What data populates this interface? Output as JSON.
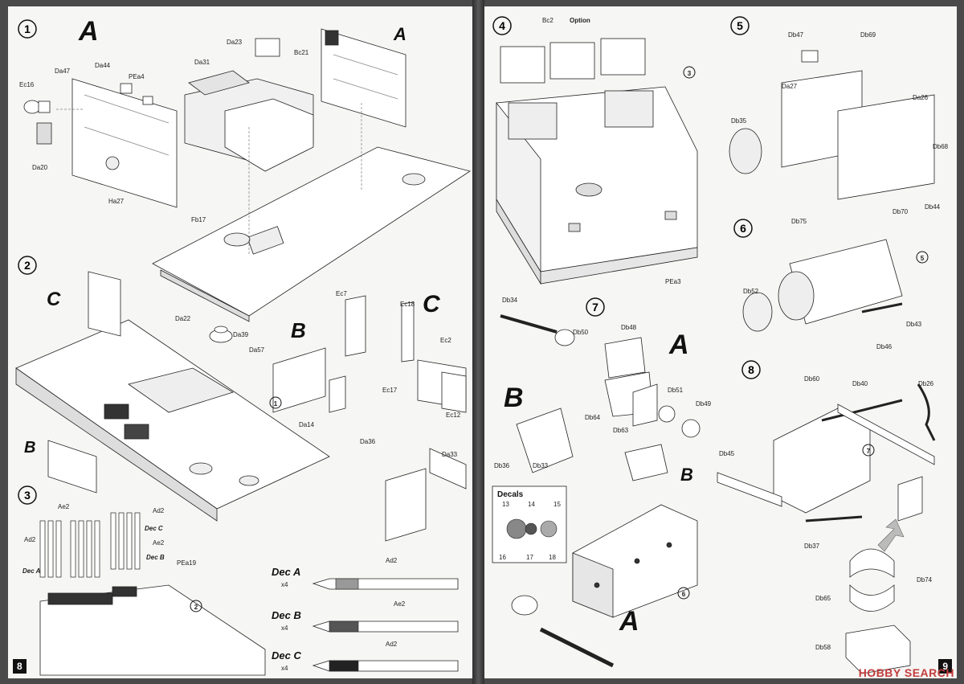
{
  "left_page": {
    "page_number": "8",
    "steps": [
      {
        "number": "1",
        "letters": [
          "A",
          "A"
        ],
        "labels": [
          "Da47",
          "Ec16",
          "Da44",
          "PEa4",
          "Da20",
          "Ha27",
          "Da31",
          "Da23",
          "Bc21",
          "Fb17"
        ]
      },
      {
        "number": "2",
        "letters": [
          "C",
          "B",
          "C",
          "B"
        ],
        "labels": [
          "Da22",
          "Da39",
          "Da57",
          "Ec7",
          "Ec18",
          "Ec2",
          "Ec17",
          "Ec12",
          "Da14",
          "Da36",
          "Da33"
        ]
      },
      {
        "number": "3",
        "letters": [],
        "labels": [
          "Ae2",
          "Ad2",
          "Ad2",
          "Ae2",
          "Dec C",
          "Dec B",
          "Dec A",
          "PEa19"
        ]
      }
    ],
    "decals": [
      {
        "name": "Dec A",
        "count": "x4",
        "part": "Ad2"
      },
      {
        "name": "Dec B",
        "count": "x4",
        "part": "Ae2"
      },
      {
        "name": "Dec C",
        "count": "x4",
        "part": "Ad2"
      }
    ]
  },
  "right_page": {
    "page_number": "9",
    "steps": [
      {
        "number": "4",
        "letters": [],
        "labels": [
          "Bc2",
          "Option",
          "PEa3"
        ]
      },
      {
        "number": "5",
        "letters": [],
        "labels": [
          "Db47",
          "Db69",
          "Da27",
          "Da26",
          "Db35",
          "Db68",
          "Db70",
          "Db44"
        ]
      },
      {
        "number": "6",
        "letters": [],
        "labels": [
          "Db75",
          "Db52",
          "Db43",
          "Db46"
        ]
      },
      {
        "number": "7",
        "letters": [
          "A",
          "B",
          "B",
          "A"
        ],
        "labels": [
          "Db34",
          "Db50",
          "Db48",
          "Db51",
          "Db49",
          "Db64",
          "Db63",
          "Db36",
          "Db33"
        ]
      },
      {
        "number": "8",
        "letters": [],
        "labels": [
          "Db60",
          "Db40",
          "Db26",
          "Db45",
          "Db37",
          "Db74",
          "Db65",
          "Db58"
        ]
      }
    ],
    "decals_box_title": "Decals",
    "decal_numbers": [
      "13",
      "14",
      "15",
      "16",
      "17",
      "18"
    ]
  },
  "watermark": "HOBBY SEARCH"
}
